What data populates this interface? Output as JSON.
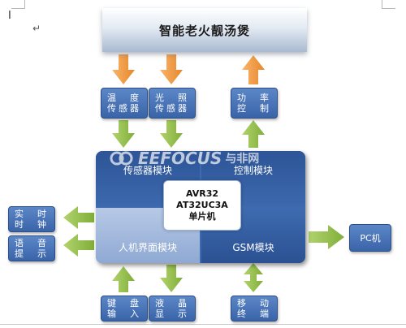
{
  "title": "智能老火靓汤煲",
  "para_mark": "↵",
  "sensors": {
    "temperature": "温　度\n传感器",
    "light": "光　照\n传感器",
    "power": "功　率\n控　制"
  },
  "core": {
    "sensor_module": "传感器模块",
    "control_module": "控制模块",
    "hmi_module": "人机界面模块",
    "gsm_module": "GSM模块",
    "mcu_line1": "AVR32",
    "mcu_line2": "AT32UC3A",
    "mcu_line3": "单片机"
  },
  "left_outputs": {
    "clock": "实　时\n时　钟",
    "voice": "语　音\n提　示"
  },
  "bottom": {
    "keyboard": "键　盘\n输　入",
    "lcd": "液　晶\n显　示",
    "mobile": "移　动\n终　端"
  },
  "pc": "PC机",
  "watermark": {
    "brand": "EEFOCUS",
    "cn": "与非网"
  },
  "colors": {
    "orange_arrow": "#f39a3a",
    "green_arrow": "#92c04a",
    "box_blue": "#3f6aae"
  }
}
